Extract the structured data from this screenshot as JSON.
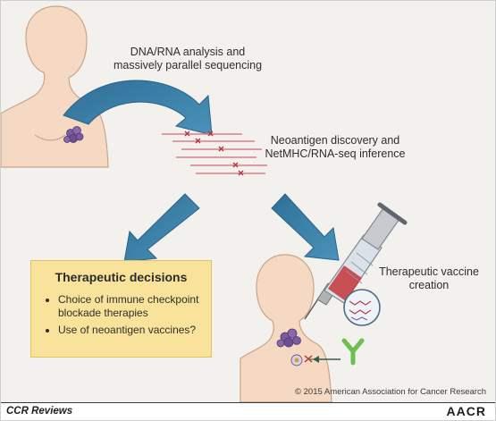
{
  "steps": {
    "sequencing": [
      "DNA/RNA analysis and",
      "massively parallel sequencing"
    ],
    "discovery": [
      "Neoantigen discovery and",
      "NetMHC/RNA-seq inference"
    ],
    "vaccine": [
      "Therapeutic vaccine",
      "creation"
    ]
  },
  "decisions": {
    "title": "Therapeutic decisions",
    "items": [
      "Choice of immune checkpoint blockade therapies",
      "Use of neoantigen vaccines?"
    ]
  },
  "footer": {
    "copyright": "© 2015 American Association for Cancer Research",
    "journal": "CCR Reviews",
    "org": "AACR"
  },
  "colors": {
    "background": "#f3f1ee",
    "skin": "#f6d9c2",
    "arrow": "#3b7fa6",
    "sequence_line": "#d97d86",
    "mutation_mark": "#b3303b",
    "tumor": "#7b5a9e",
    "antibody": "#6dbf4f",
    "decision_box": "#f9e39a"
  }
}
